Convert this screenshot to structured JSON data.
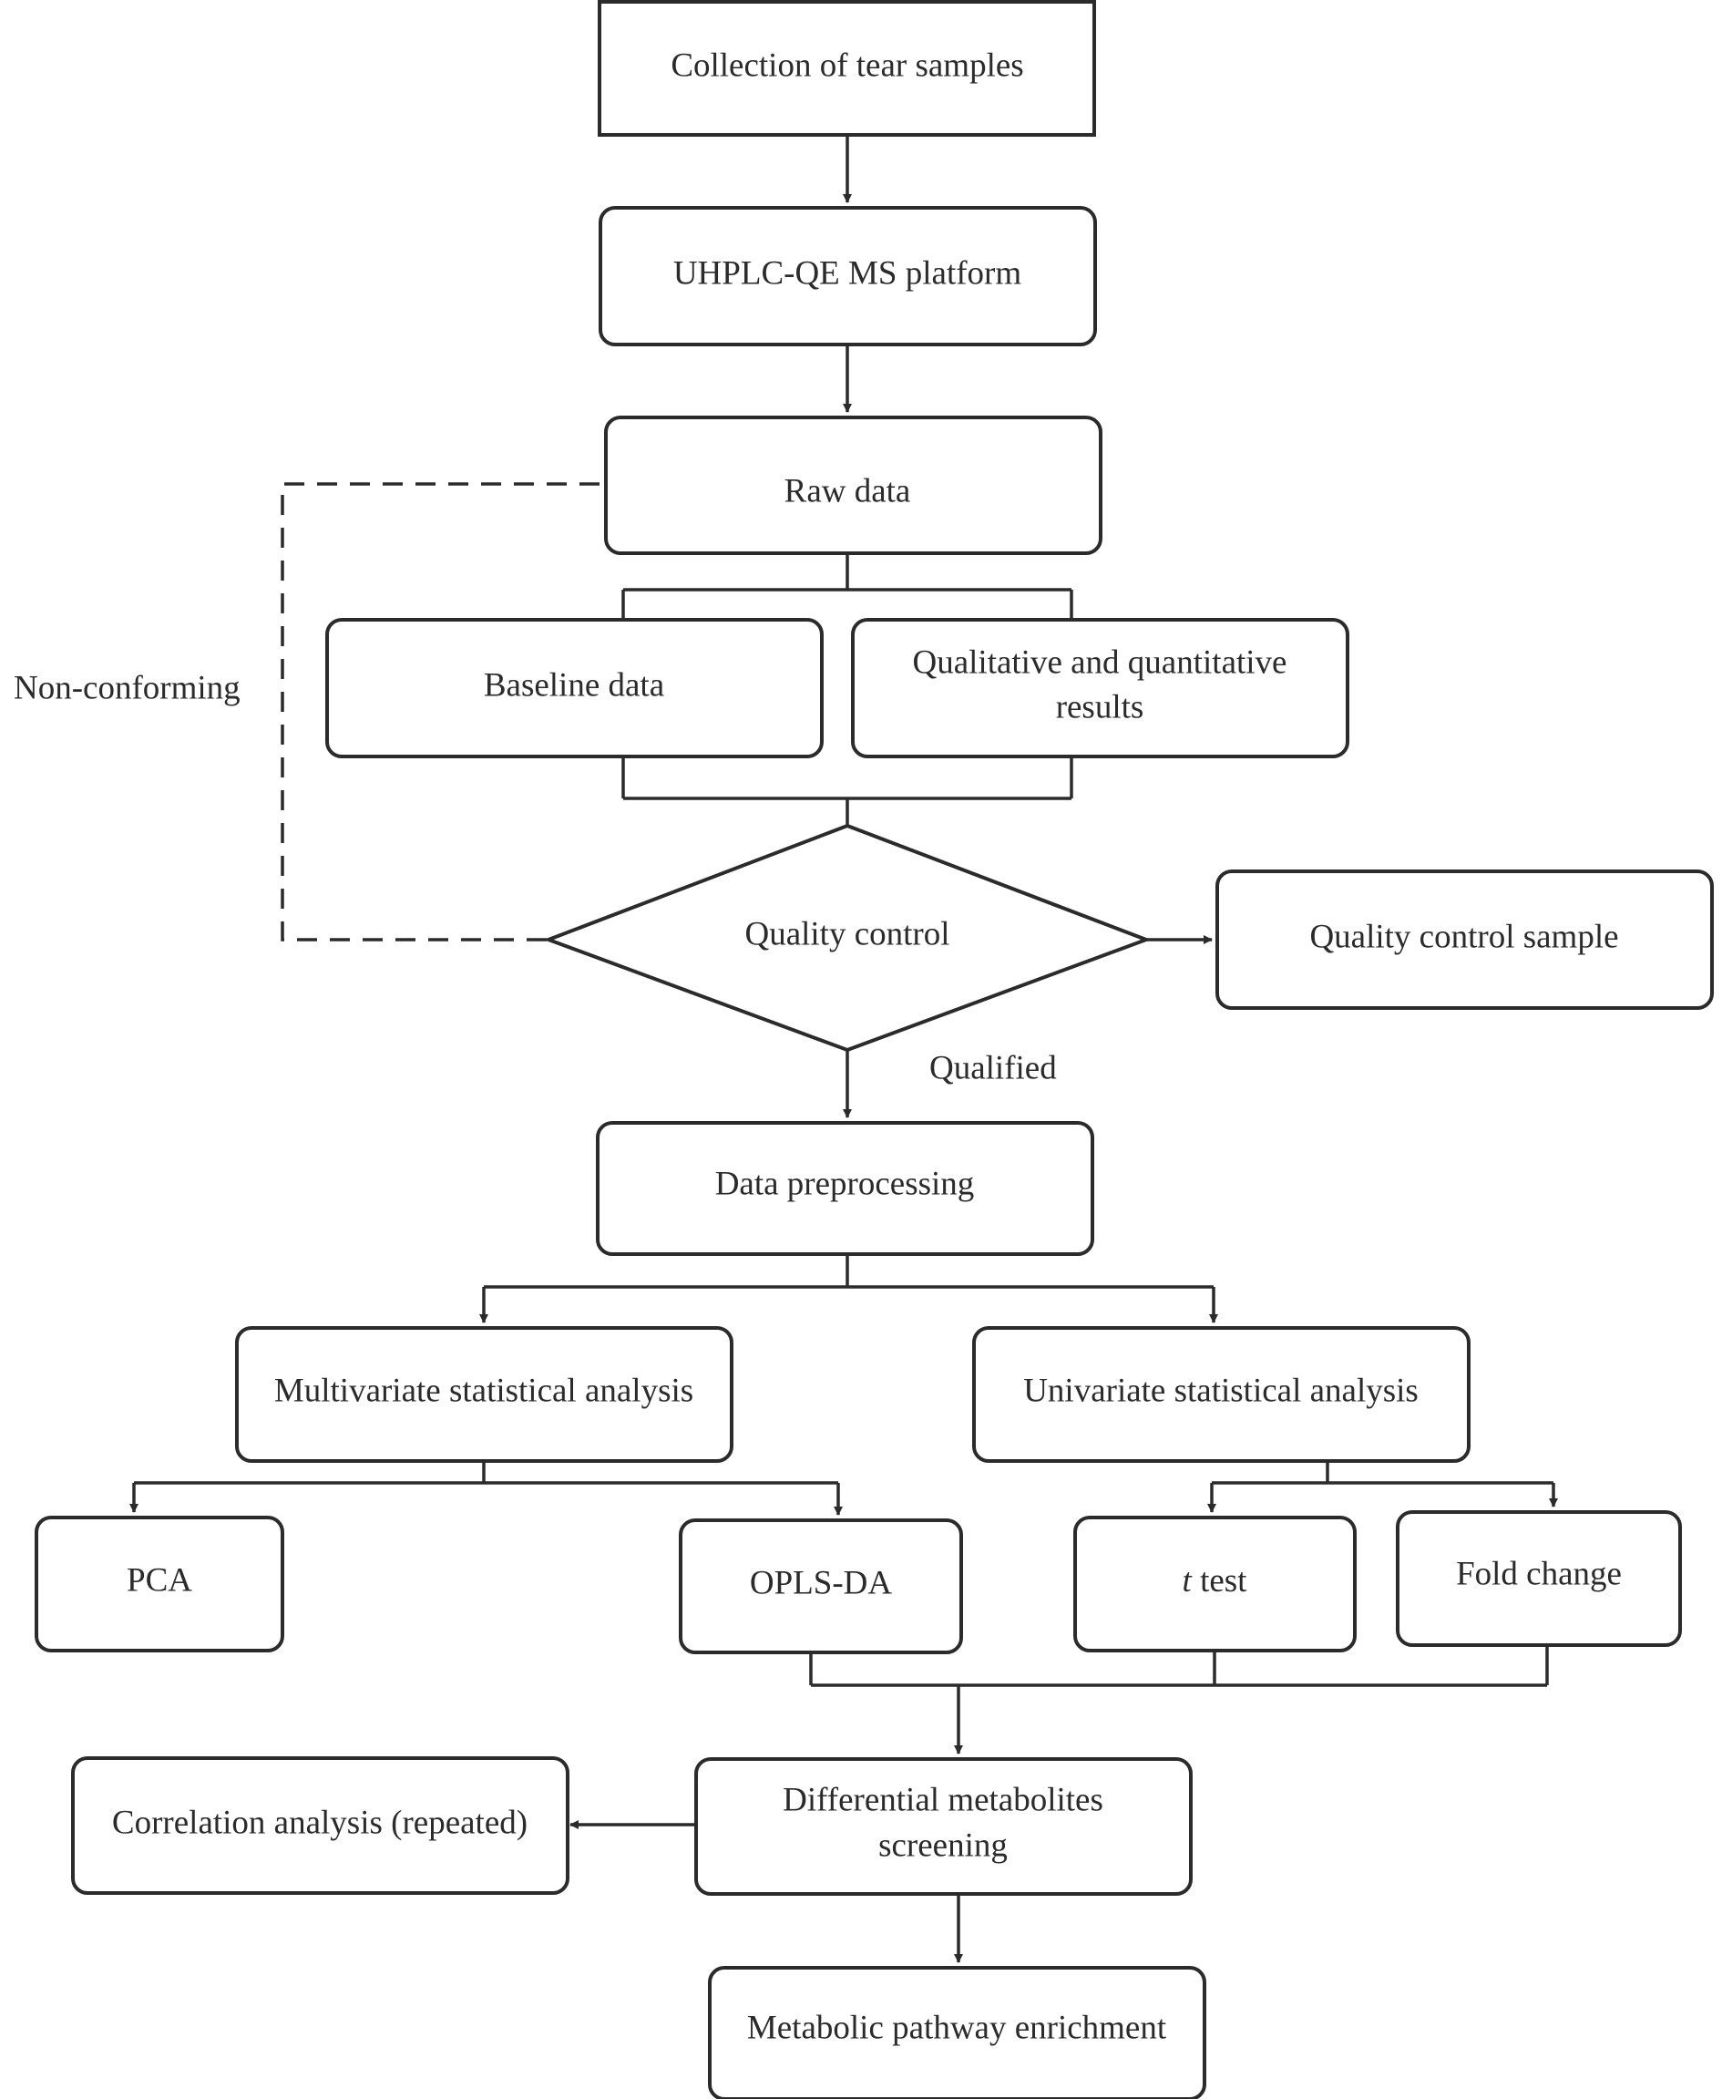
{
  "nodes": {
    "collection": "Collection of tear samples",
    "platform": "UHPLC-QE MS platform",
    "raw_data": "Raw data",
    "baseline": "Baseline data",
    "qualitative_line1": "Qualitative and quantitative",
    "qualitative_line2": "results",
    "quality_control": "Quality control",
    "qc_sample": "Quality control sample",
    "preprocessing": "Data preprocessing",
    "multivariate": "Multivariate statistical analysis",
    "univariate": "Univariate statistical analysis",
    "pca": "PCA",
    "oplsda": "OPLS-DA",
    "ttest_italic": "t",
    "ttest_rest": " test",
    "fold_change": "Fold change",
    "differential_line1": "Differential metabolites",
    "differential_line2": "screening",
    "correlation": "Correlation analysis (repeated)",
    "pathway": "Metabolic pathway enrichment"
  },
  "edge_labels": {
    "non_conforming": "Non-conforming",
    "qualified": "Qualified"
  }
}
